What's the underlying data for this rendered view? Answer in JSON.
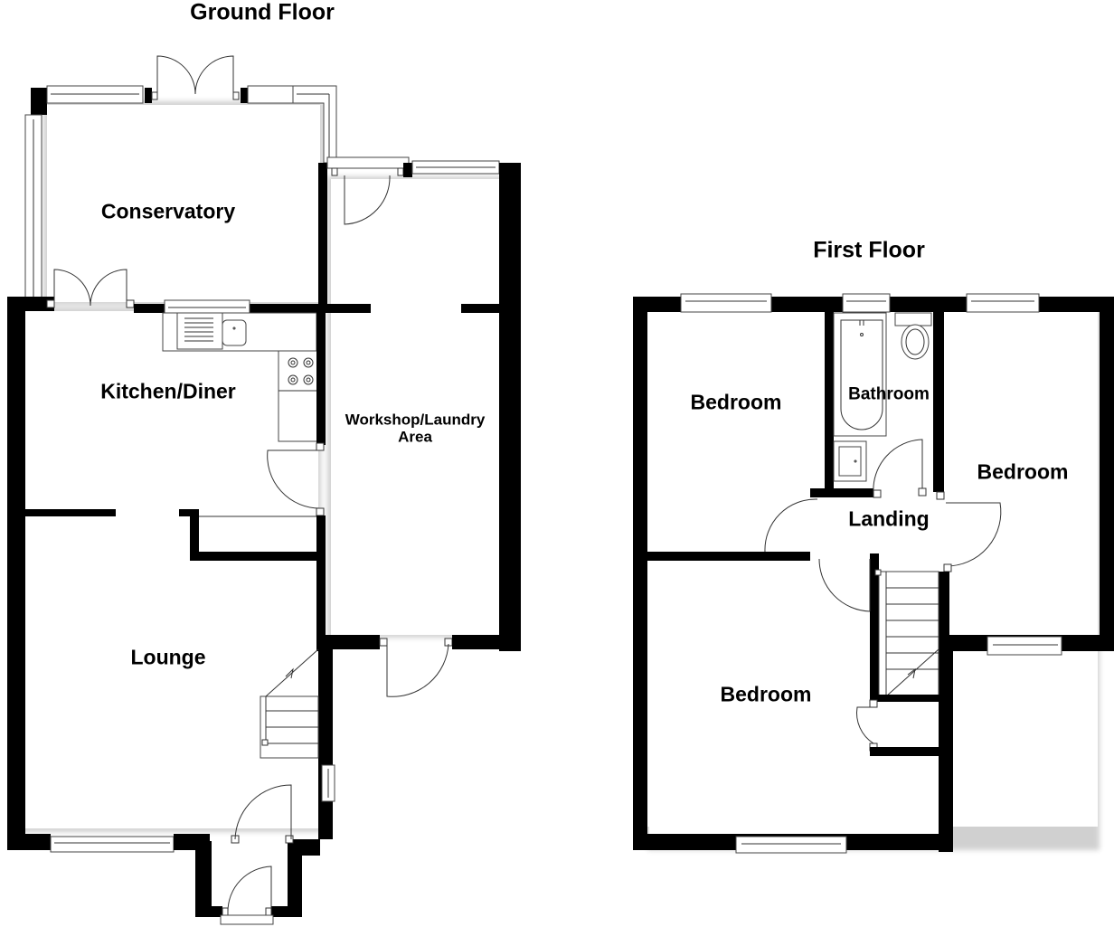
{
  "floors": [
    {
      "title": "Ground Floor",
      "rooms": [
        {
          "name": "Conservatory"
        },
        {
          "name": "Kitchen/Diner"
        },
        {
          "name": "Workshop/Laundry Area"
        },
        {
          "name": "Lounge"
        }
      ],
      "fixtures": [
        "sink-unit",
        "hob",
        "staircase",
        "double-doors-garden",
        "double-doors-conservatory",
        "front-door",
        "porch-door"
      ]
    },
    {
      "title": "First Floor",
      "rooms": [
        {
          "name": "Bedroom"
        },
        {
          "name": "Bathroom"
        },
        {
          "name": "Bedroom"
        },
        {
          "name": "Landing"
        },
        {
          "name": "Bedroom"
        }
      ],
      "fixtures": [
        "bath",
        "toilet",
        "wash-basin",
        "staircase",
        "cupboard"
      ]
    }
  ],
  "labels": {
    "ground_title": "Ground Floor",
    "first_title": "First Floor",
    "conservatory": "Conservatory",
    "kitchen": "Kitchen/Diner",
    "workshop_line1": "Workshop/Laundry",
    "workshop_line2": "Area",
    "lounge": "Lounge",
    "bedroom_1": "Bedroom",
    "bathroom": "Bathroom",
    "bedroom_2": "Bedroom",
    "landing": "Landing",
    "bedroom_3": "Bedroom"
  },
  "colors": {
    "wall": "#000000",
    "floor": "#ffffff",
    "line": "#333333"
  }
}
